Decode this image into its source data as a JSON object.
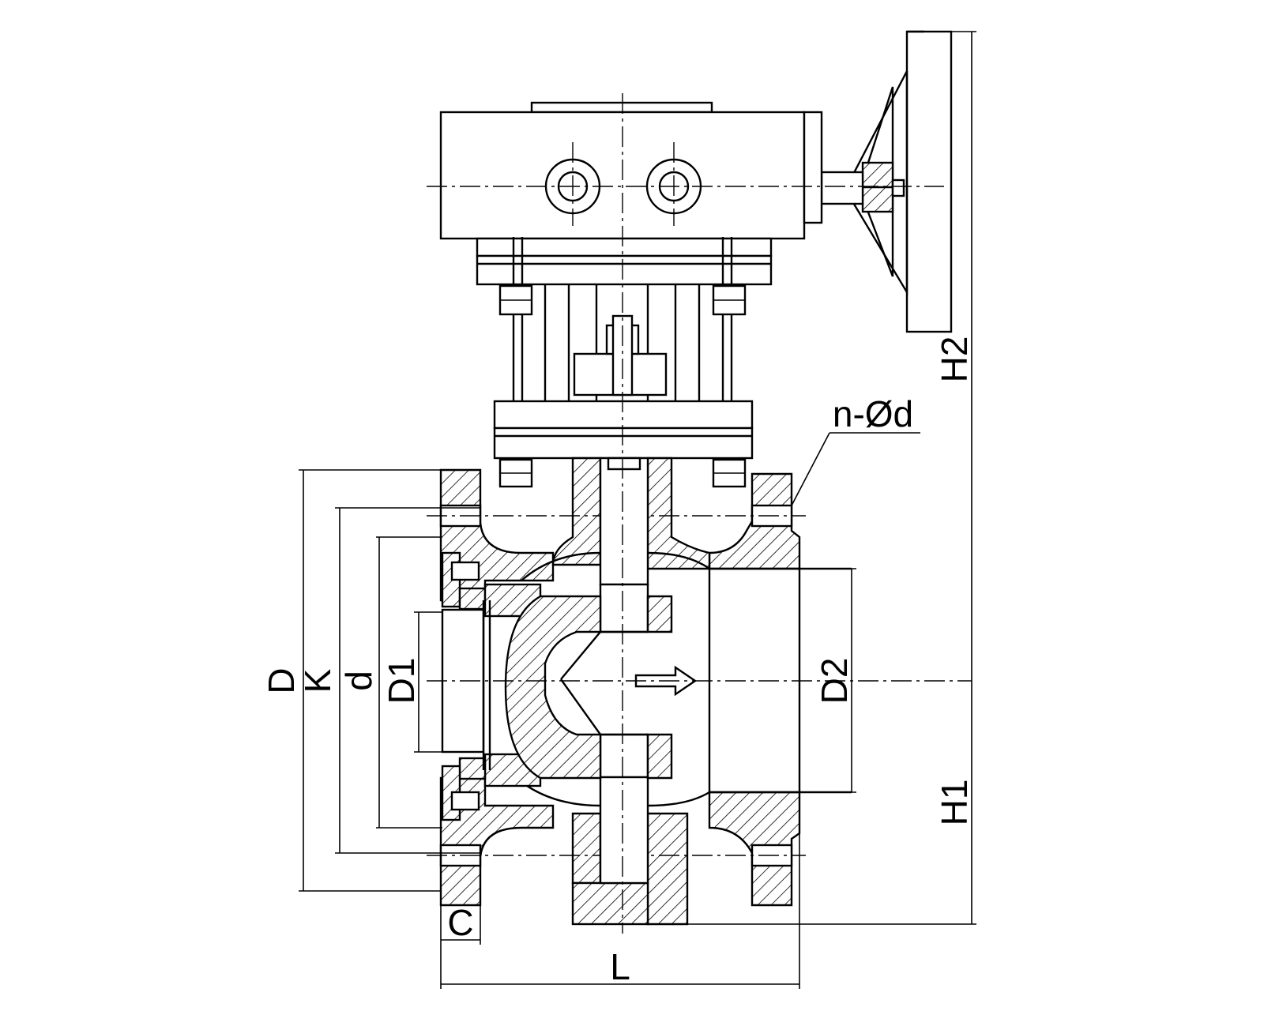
{
  "drawing": {
    "labels": {
      "D": "D",
      "K": "K",
      "d": "d",
      "D1": "D1",
      "D2": "D2",
      "H1": "H1",
      "H2": "H2",
      "C": "C",
      "L": "L",
      "bolt_holes": "n-Ød"
    }
  }
}
